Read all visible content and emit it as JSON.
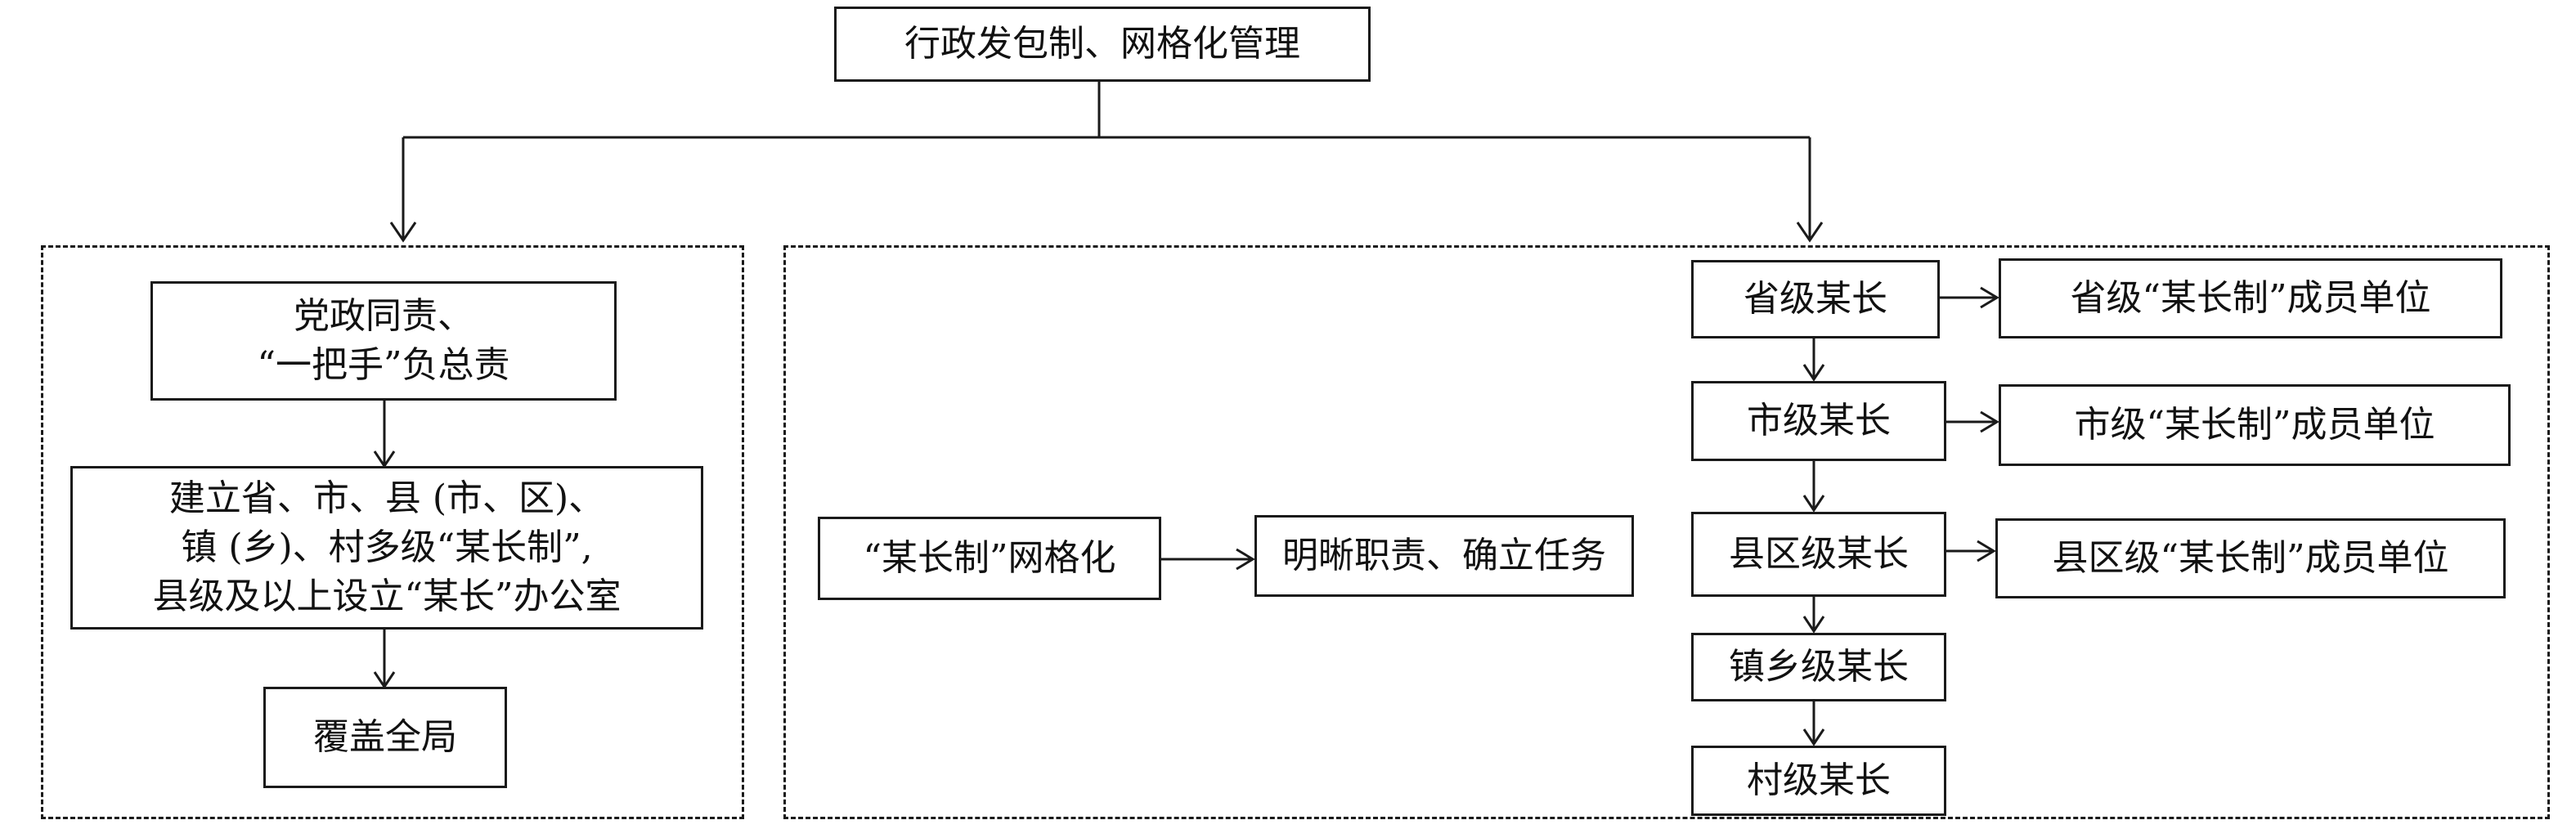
{
  "nodes": {
    "top": "行政发包制、网格化管理",
    "left": {
      "n1": [
        "党政同责、",
        "“一把手”负总责"
      ],
      "n2": [
        "建立省、市、县 (市、区)、",
        "镇 (乡)、村多级“某长制”,",
        "县级及以上设立“某长”办公室"
      ],
      "n3": "覆盖全局"
    },
    "right": {
      "grid": "“某长制”网格化",
      "duty": "明晰职责、确立任务",
      "levels": [
        "省级某长",
        "市级某长",
        "县区级某长",
        "镇乡级某长",
        "村级某长"
      ],
      "units": [
        "省级“某长制”成员单位",
        "市级“某长制”成员单位",
        "县区级“某长制”成员单位"
      ]
    }
  }
}
